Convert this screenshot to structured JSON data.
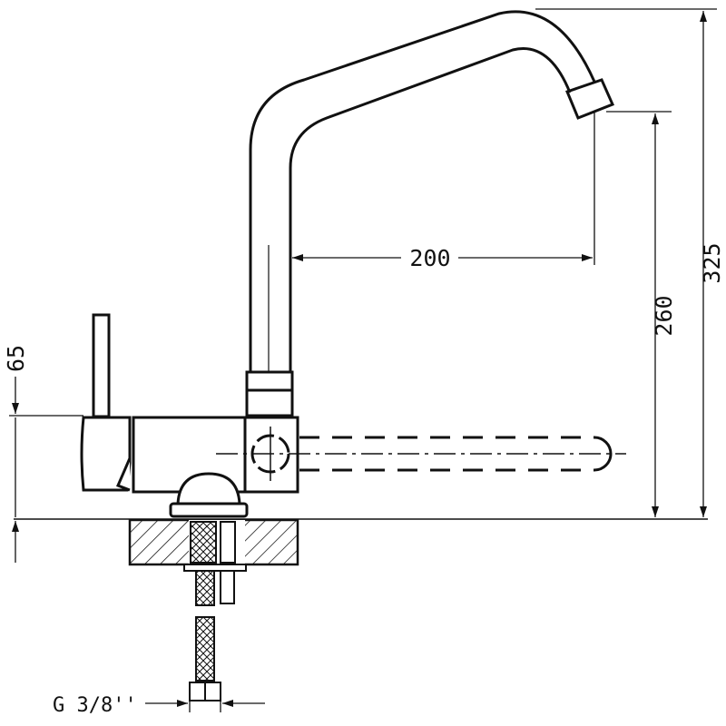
{
  "title": "Kitchen faucet dimension drawing",
  "dimensions": {
    "spout_reach": "200",
    "spout_outlet_height": "260",
    "total_height": "325",
    "body_height": "65",
    "connection": "G 3/8''"
  },
  "colors": {
    "line": "#111111",
    "background": "#ffffff"
  }
}
